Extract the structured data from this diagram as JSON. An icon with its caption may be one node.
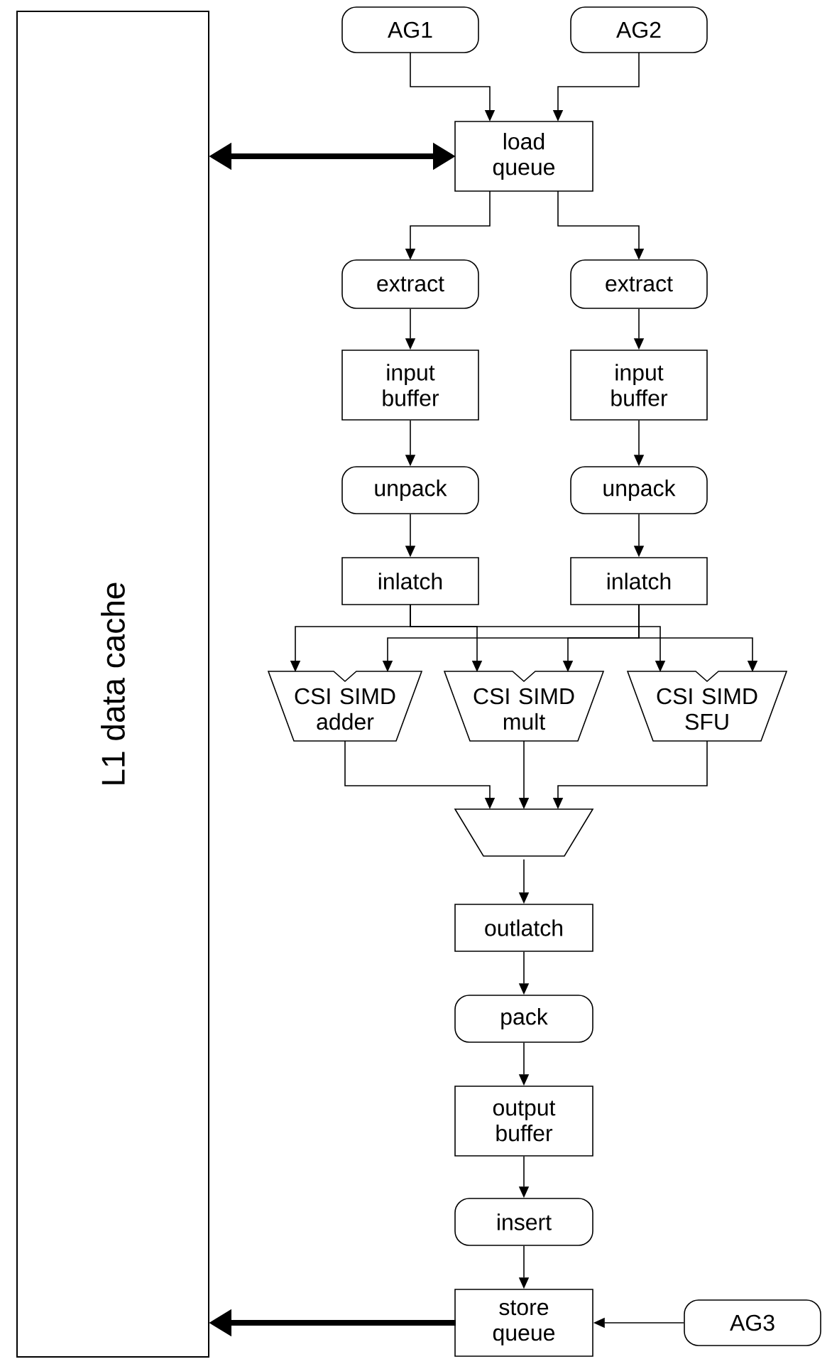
{
  "diagram": {
    "nodes": [
      {
        "text": [
          "L1 data cache"
        ]
      },
      {
        "text": [
          "AG1"
        ]
      },
      {
        "text": [
          "AG2"
        ]
      },
      {
        "text": [
          "load queue"
        ]
      },
      {
        "text": [
          "extract"
        ]
      },
      {
        "text": [
          "extract"
        ]
      },
      {
        "text": [
          "input buffer"
        ]
      },
      {
        "text": [
          "input buffer"
        ]
      },
      {
        "text": [
          "unpack"
        ]
      },
      {
        "text": [
          "unpack"
        ]
      },
      {
        "text": [
          "inlatch"
        ]
      },
      {
        "text": [
          "inlatch"
        ]
      },
      {
        "text": [
          "CSI SIMD adder"
        ]
      },
      {
        "text": [
          "CSI SIMD mult"
        ]
      },
      {
        "text": [
          "CSI SIMD SFU"
        ]
      },
      {
        "text": [],
        "shape": "trapezoid"
      },
      {
        "text": [
          "outlatch"
        ]
      },
      {
        "text": [
          "pack"
        ]
      },
      {
        "text": [
          "output buffer"
        ]
      },
      {
        "text": [
          "insert"
        ]
      },
      {
        "text": [
          "store queue"
        ]
      },
      {
        "text": [
          "AG3"
        ]
      }
    ],
    "edges": [
      {
        "from": 3,
        "to": 0,
        "arrow": "both",
        "style": "thick"
      },
      {
        "from": 1,
        "to": 3,
        "arrow": "to"
      },
      {
        "from": 2,
        "to": 3,
        "arrow": "to"
      },
      {
        "from": 3,
        "to": 4,
        "arrow": "to"
      },
      {
        "from": 3,
        "to": 5,
        "arrow": "to"
      },
      {
        "from": 4,
        "to": 6,
        "arrow": "to"
      },
      {
        "from": 5,
        "to": 7,
        "arrow": "to"
      },
      {
        "from": 6,
        "to": 8,
        "arrow": "to"
      },
      {
        "from": 7,
        "to": 9,
        "arrow": "to"
      },
      {
        "from": 8,
        "to": 10,
        "arrow": "to"
      },
      {
        "from": 9,
        "to": 11,
        "arrow": "to"
      },
      {
        "from": 10,
        "to": 12,
        "arrow": "to"
      },
      {
        "from": 10,
        "to": 13,
        "arrow": "to"
      },
      {
        "from": 10,
        "to": 14,
        "arrow": "to"
      },
      {
        "from": 11,
        "to": 12,
        "arrow": "to"
      },
      {
        "from": 11,
        "to": 13,
        "arrow": "to"
      },
      {
        "from": 11,
        "to": 14,
        "arrow": "to"
      },
      {
        "from": 12,
        "to": 15,
        "arrow": "to"
      },
      {
        "from": 13,
        "to": 15,
        "arrow": "to"
      },
      {
        "from": 14,
        "to": 15,
        "arrow": "to"
      },
      {
        "from": 15,
        "to": 16,
        "arrow": "to"
      },
      {
        "from": 16,
        "to": 17,
        "arrow": "to"
      },
      {
        "from": 17,
        "to": 18,
        "arrow": "to"
      },
      {
        "from": 18,
        "to": 19,
        "arrow": "to"
      },
      {
        "from": 19,
        "to": 20,
        "arrow": "to"
      },
      {
        "from": 21,
        "to": 20,
        "arrow": "to"
      },
      {
        "from": 20,
        "to": 0,
        "arrow": "to",
        "style": "thick"
      }
    ]
  }
}
